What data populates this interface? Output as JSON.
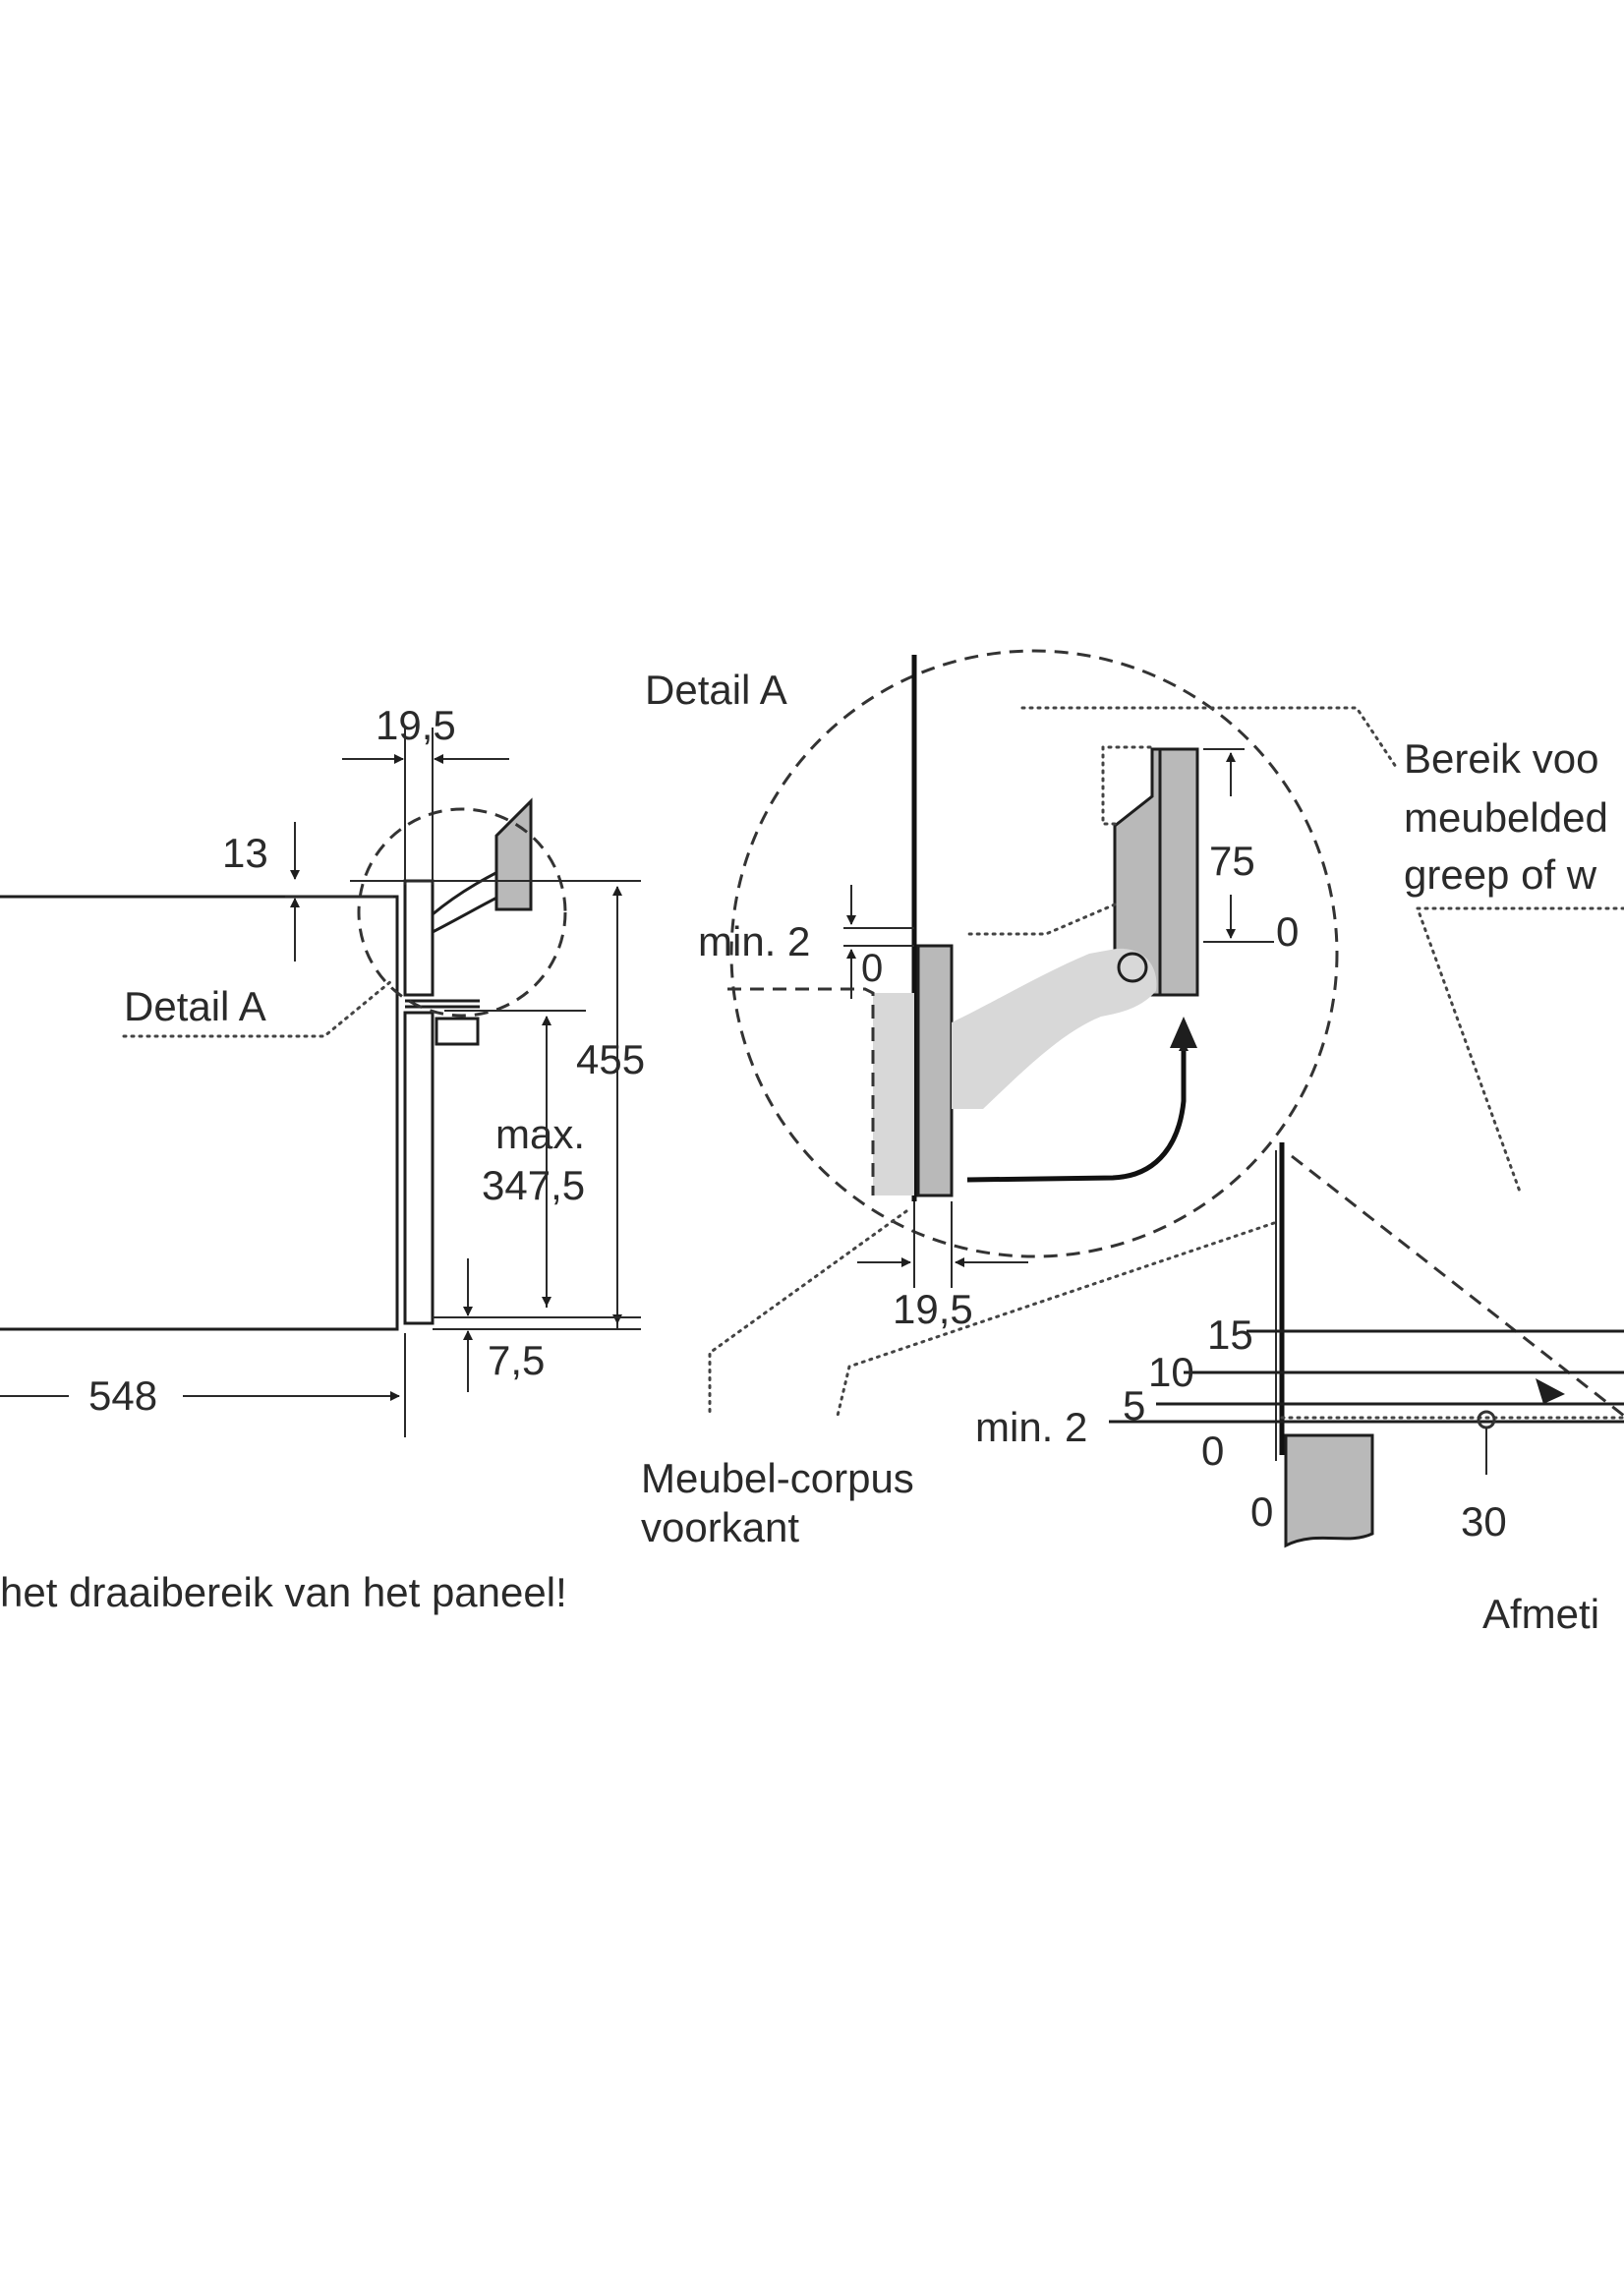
{
  "labels": {
    "detail_a_left": "Detail A",
    "detail_a_title": "Detail A",
    "dim_19_5_top": "19,5",
    "dim_13": "13",
    "dim_455": "455",
    "dim_max": "max.",
    "dim_347_5": "347,5",
    "dim_7_5": "7,5",
    "dim_548": "548",
    "dim_min2_detail": "min. 2",
    "dim_0_detail": "0",
    "dim_75": "75",
    "dim_0_right": "0",
    "dim_19_5_detail": "19,5",
    "bereik_line1": "Bereik voo",
    "bereik_line2": "meubelded",
    "bereik_line3": "greep of w",
    "meubel_line1": "Meubel-corpus",
    "meubel_line2": "voorkant",
    "scale_15": "15",
    "scale_10": "10",
    "scale_5": "5",
    "scale_min2": "min. 2",
    "scale_0_left": "0",
    "scale_0_bottom": "0",
    "scale_30": "30",
    "bottom_note": "het draaibereik van het paneel!",
    "afmeting": "Afmeti"
  }
}
